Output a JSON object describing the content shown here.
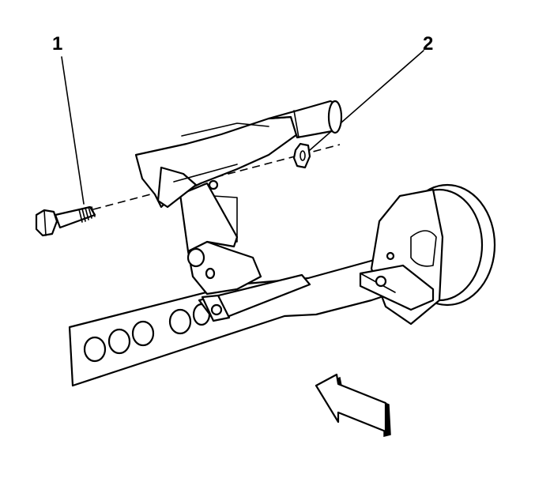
{
  "diagram": {
    "callouts": [
      {
        "id": "1",
        "label": "1"
      },
      {
        "id": "2",
        "label": "2"
      }
    ],
    "colors": {
      "line": "#000000",
      "background": "#ffffff"
    },
    "icons": [
      "bolt-icon",
      "nut-icon",
      "direction-arrow-icon"
    ]
  }
}
